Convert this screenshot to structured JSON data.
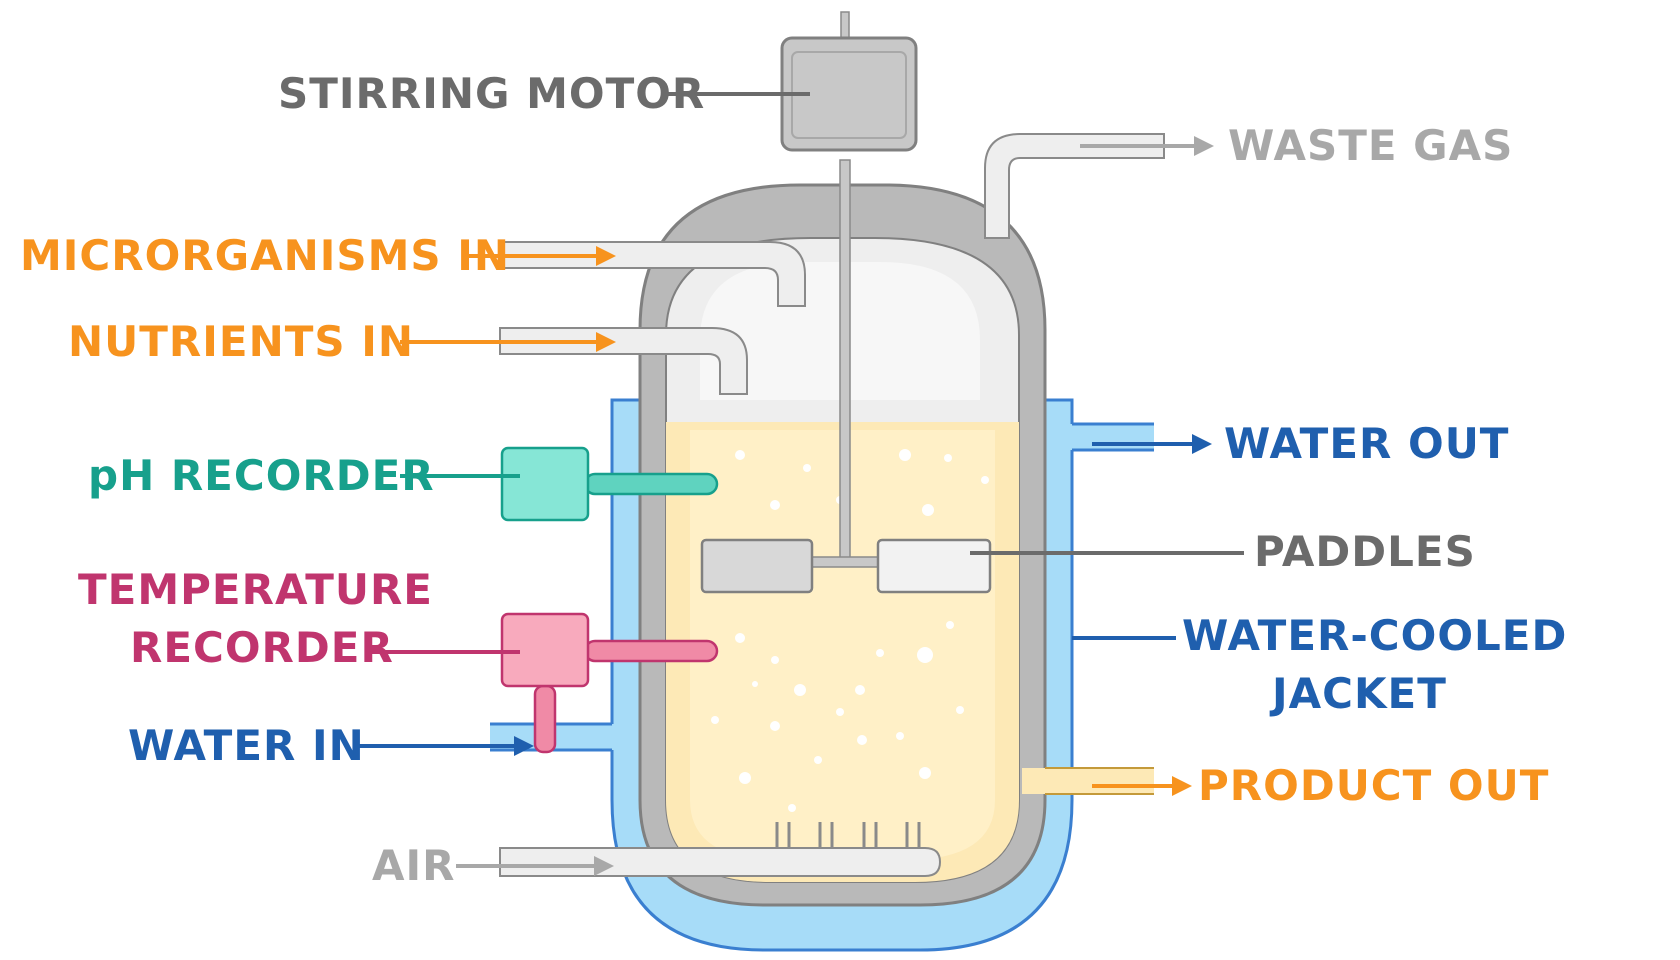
{
  "labels": {
    "stirring_motor": "STIRRING MOTOR",
    "waste_gas": "WASTE GAS",
    "microorganisms_in": "MICRORGANISMS IN",
    "nutrients_in": "NUTRIENTS IN",
    "ph_recorder": "pH RECORDER",
    "water_out": "WATER OUT",
    "paddles": "PADDLES",
    "temperature_line1": "TEMPERATURE",
    "temperature_line2": "RECORDER",
    "water_cooled_line1": "WATER-COOLED",
    "water_cooled_line2": "JACKET",
    "water_in": "WATER IN",
    "product_out": "PRODUCT OUT",
    "air": "AIR"
  },
  "colors": {
    "orange": "#f7931e",
    "grey_text": "#6b6b6b",
    "light_grey_text": "#a8a8a8",
    "teal": "#17a08c",
    "magenta": "#c0356e",
    "blue": "#1f5fae",
    "jacket_fill": "#a7dcf8",
    "jacket_stroke": "#3a7fd0",
    "liquid": "#fde9b6",
    "vessel_wall": "#b9b9b9",
    "headspace": "#eeeeee"
  }
}
